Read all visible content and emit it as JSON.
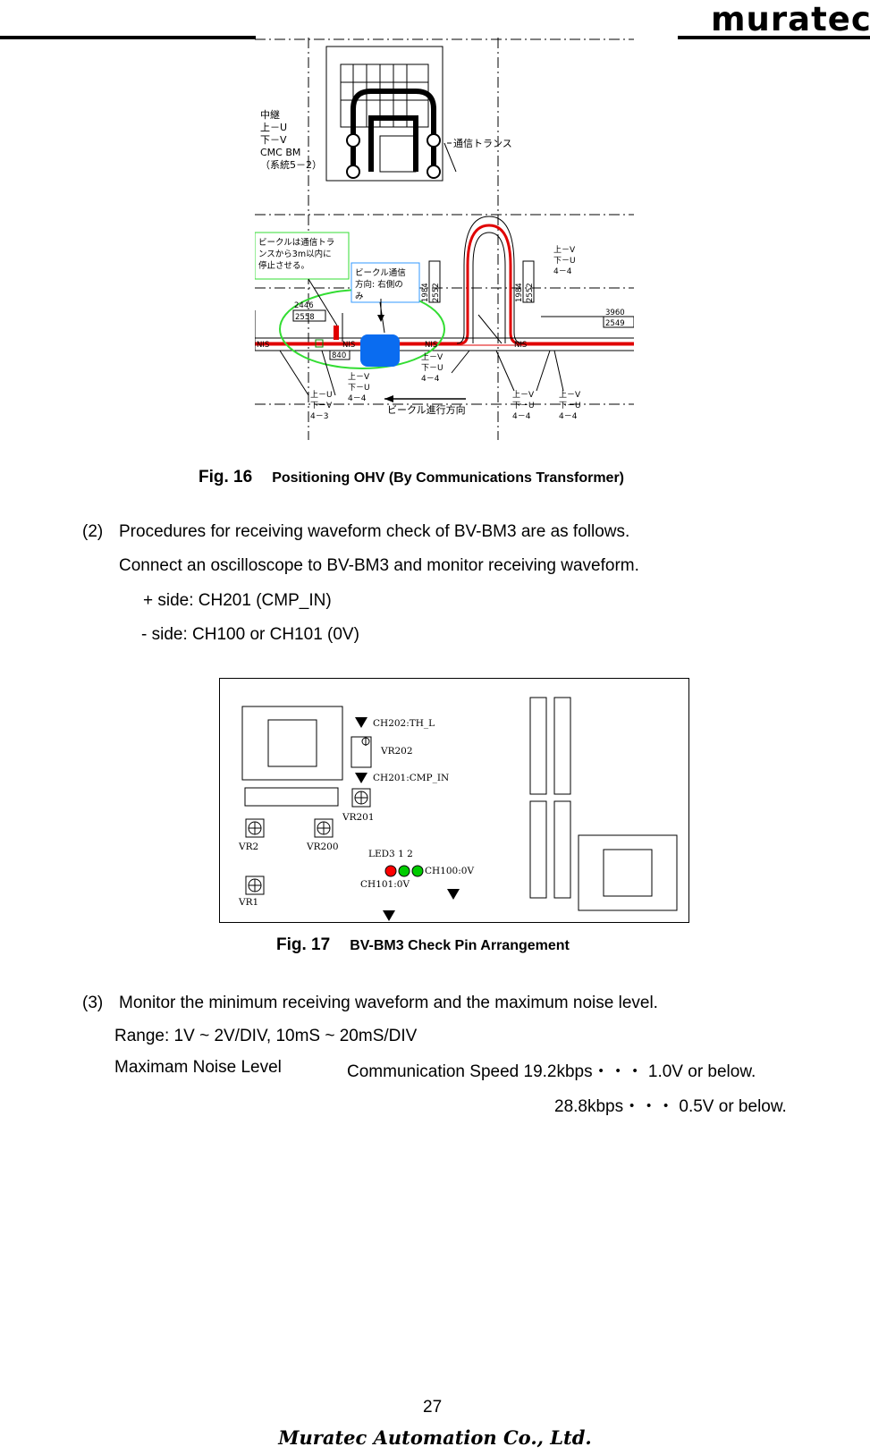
{
  "header": {
    "logo_text": "muratec"
  },
  "figure16": {
    "number": "Fig. 16",
    "caption": "Positioning OHV (By Communications Transformer)",
    "labels": {
      "relay_note": [
        "中継",
        "上－U",
        "下－V",
        "CMC BM",
        "（系統5－2）"
      ],
      "comm_transformer": "通信トランス",
      "vehicle_stop_note": [
        "ビークルは通信トラ",
        "ンスから3m以内に",
        "停止させる。"
      ],
      "comm_direction_note": [
        "ビークル通信",
        "方向: 右側の",
        "み"
      ],
      "dim_2446": "2446",
      "dim_2558": "2558",
      "dim_1984_a": "1984",
      "dim_2552_a": "2552",
      "dim_1984_b": "1984",
      "dim_2552_b": "2552",
      "dim_3960": "3960",
      "dim_2549": "2549",
      "travel_direction": "ビークル進行方向",
      "uv_1": [
        "上－V",
        "下－U",
        "4－4"
      ],
      "uv_2": [
        "上－V",
        "下－U",
        "4－4"
      ],
      "uv_3": [
        "上－V",
        "下－U",
        "4－4"
      ],
      "uv_4": [
        "上－U",
        "下－V",
        "4－3"
      ],
      "uv_5": [
        "上－V",
        "下－U",
        "4－4"
      ],
      "uv_6": [
        "上－V",
        "下－U",
        "4－4"
      ],
      "nis": "NIS",
      "dim_840": "840"
    }
  },
  "procedure2": {
    "number": "(2)",
    "line1": "Procedures for receiving waveform check of BV-BM3 are as follows.",
    "line2": "Connect an oscilloscope to BV-BM3 and monitor receiving waveform.",
    "line3": "+ side: CH201 (CMP_IN)",
    "line4": "- side: CH100 or CH101 (0V)"
  },
  "figure17": {
    "number": "Fig. 17",
    "caption": "BV-BM3 Check Pin Arrangement",
    "labels": {
      "ch202": "CH202:TH_L",
      "vr202": "VR202",
      "ch201": "CH201:CMP_IN",
      "vr201": "VR201",
      "vr2": "VR2",
      "vr200": "VR200",
      "led": "LED3 1 2",
      "ch100": "CH100:0V",
      "ch101": "CH101:0V",
      "vr1": "VR1"
    },
    "led_colors": [
      "#ff0000",
      "#00cc00",
      "#00cc00"
    ]
  },
  "procedure3": {
    "number": "(3)",
    "line1": "Monitor the minimum receiving waveform and the maximum noise level.",
    "line2": "Range: 1V ~ 2V/DIV, 10mS ~ 20mS/DIV",
    "line3_label": "Maximam Noise Level",
    "line3_value": "Communication Speed 19.2kbps・・・ 1.0V or below.",
    "line4_value": "28.8kbps・・・ 0.5V or below."
  },
  "page": {
    "number": "27",
    "footer": "Muratec Automation Co., Ltd."
  }
}
